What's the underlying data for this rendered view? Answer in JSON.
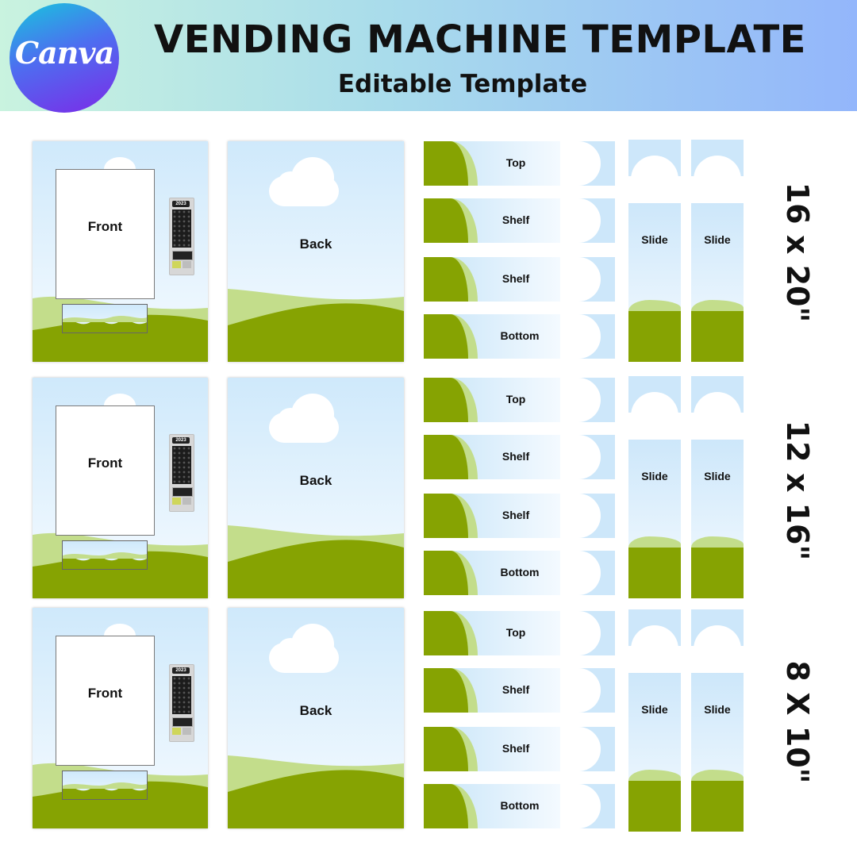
{
  "header": {
    "logo_text": "Canva",
    "title": "VENDING MACHINE TEMPLATE",
    "subtitle": "Editable Template"
  },
  "colors": {
    "sky": "#cfe9fb",
    "light_grass": "#c3dd8b",
    "dark_grass": "#86a302",
    "cloud": "#ffffff"
  },
  "rows": [
    {
      "size": "16 x 20\"",
      "front": {
        "label": "Front",
        "keypad_display": "2023"
      },
      "back": {
        "label": "Back"
      },
      "strips": [
        "Top",
        "Shelf",
        "Shelf",
        "Bottom"
      ],
      "slides": [
        "Slide",
        "Slide"
      ]
    },
    {
      "size": "12 x 16\"",
      "front": {
        "label": "Front",
        "keypad_display": "2023"
      },
      "back": {
        "label": "Back"
      },
      "strips": [
        "Top",
        "Shelf",
        "Shelf",
        "Bottom"
      ],
      "slides": [
        "Slide",
        "Slide"
      ]
    },
    {
      "size": "8 X 10\"",
      "front": {
        "label": "Front",
        "keypad_display": "2023"
      },
      "back": {
        "label": "Back"
      },
      "strips": [
        "Top",
        "Shelf",
        "Shelf",
        "Bottom"
      ],
      "slides": [
        "Slide",
        "Slide"
      ]
    }
  ]
}
